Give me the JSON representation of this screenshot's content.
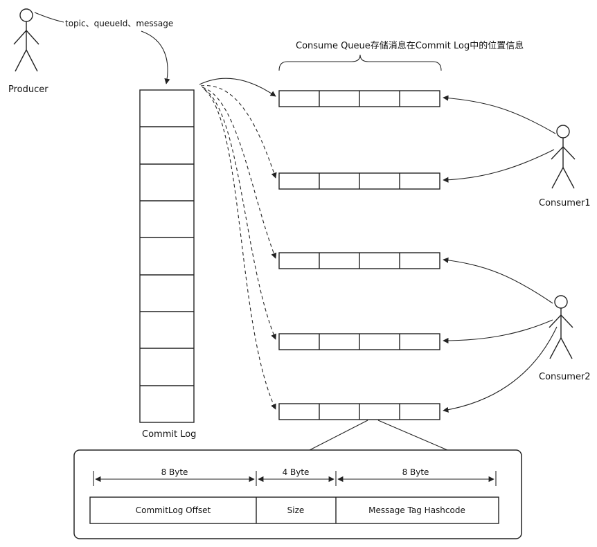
{
  "diagram": {
    "producer": {
      "label": "Producer",
      "annotation": "topic、queueId、message"
    },
    "commit_log": {
      "label": "Commit Log"
    },
    "consume_queue": {
      "annotation": "Consume Queue存储消息在Commit Log中的位置信息"
    },
    "consumers": [
      {
        "label": "Consumer1"
      },
      {
        "label": "Consumer2"
      }
    ],
    "entry_detail": {
      "fields": [
        {
          "size": "8 Byte",
          "name": "CommitLog Offset"
        },
        {
          "size": "4 Byte",
          "name": "Size"
        },
        {
          "size": "8 Byte",
          "name": "Message Tag Hashcode"
        }
      ]
    }
  }
}
